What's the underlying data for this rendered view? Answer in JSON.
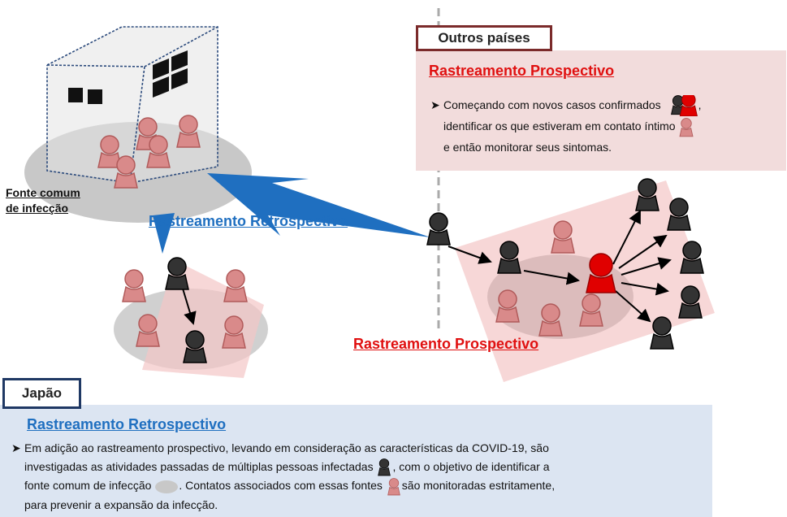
{
  "labels": {
    "outros_paises": "Outros países",
    "japao": "Japão",
    "fonte_comum_line1": "Fonte comum",
    "fonte_comum_line2": "de infecção",
    "arrow_retro": "Rastreamento Retrospectivo",
    "arrow_prosp": "Rastreamento Prospectivo"
  },
  "outros": {
    "title": "Rastreamento Prospectivo",
    "line1": "Começando com novos casos confirmados",
    "line1_end": ",",
    "line2": "identificar os que estiveram em contato íntimo",
    "line3": "e então monitorar seus sintomas."
  },
  "japao": {
    "title": "Rastreamento Retrospectivo",
    "line1": "Em adição ao rastreamento prospectivo, levando em consideração as características da COVID-19, são",
    "line2a": "investigadas as atividades passadas de múltiplas pessoas infectadas",
    "line2b": ", com o objetivo de identificar a",
    "line3a": "fonte comum de infecção",
    "line3b": ". Contatos associados com essas fontes",
    "line3c": "são monitoradas estritamente,",
    "line4": "para prevenir a expansão da infecção."
  },
  "colors": {
    "red_accent": "#e01010",
    "blue_accent": "#1f6fc0",
    "infected_person": "#333333",
    "contact_person": "#d98a8a",
    "confirmed_red": "#e00000",
    "source_ellipse": "#c8c8c8",
    "other_box_bg": "#f2dcdc",
    "japan_box_bg": "#dce5f2"
  },
  "icons": {
    "bullet": "arrow-bullet-icon",
    "infected": "infected-person-icon",
    "confirmed": "confirmed-case-icon",
    "contact": "close-contact-icon",
    "source": "common-source-icon"
  }
}
